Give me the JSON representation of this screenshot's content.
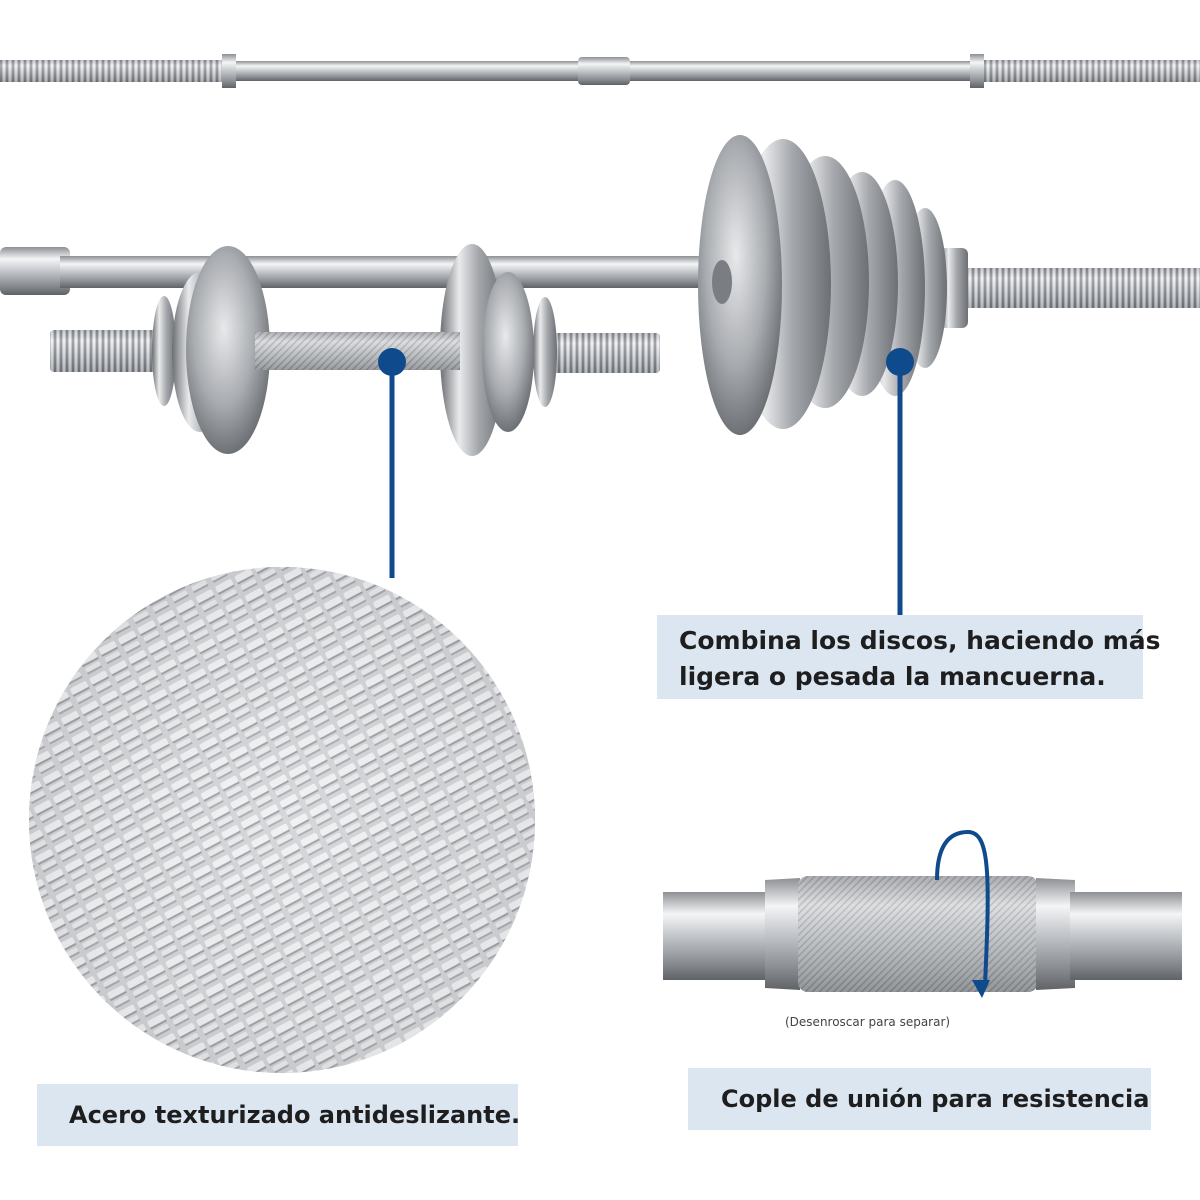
{
  "callouts": {
    "discs_line1": "Combina los discos, haciendo más",
    "discs_line2": "ligera o pesada la mancuerna.",
    "steel": "Acero texturizado antideslizante.",
    "coupling": "Cople de unión para resistencia"
  },
  "captions": {
    "unscrew": "(Desenroscar para separar)"
  },
  "colors": {
    "accent": "#0f4a8c",
    "callout_bg": "#dbe6f1",
    "chrome": "#b9bcc0"
  }
}
